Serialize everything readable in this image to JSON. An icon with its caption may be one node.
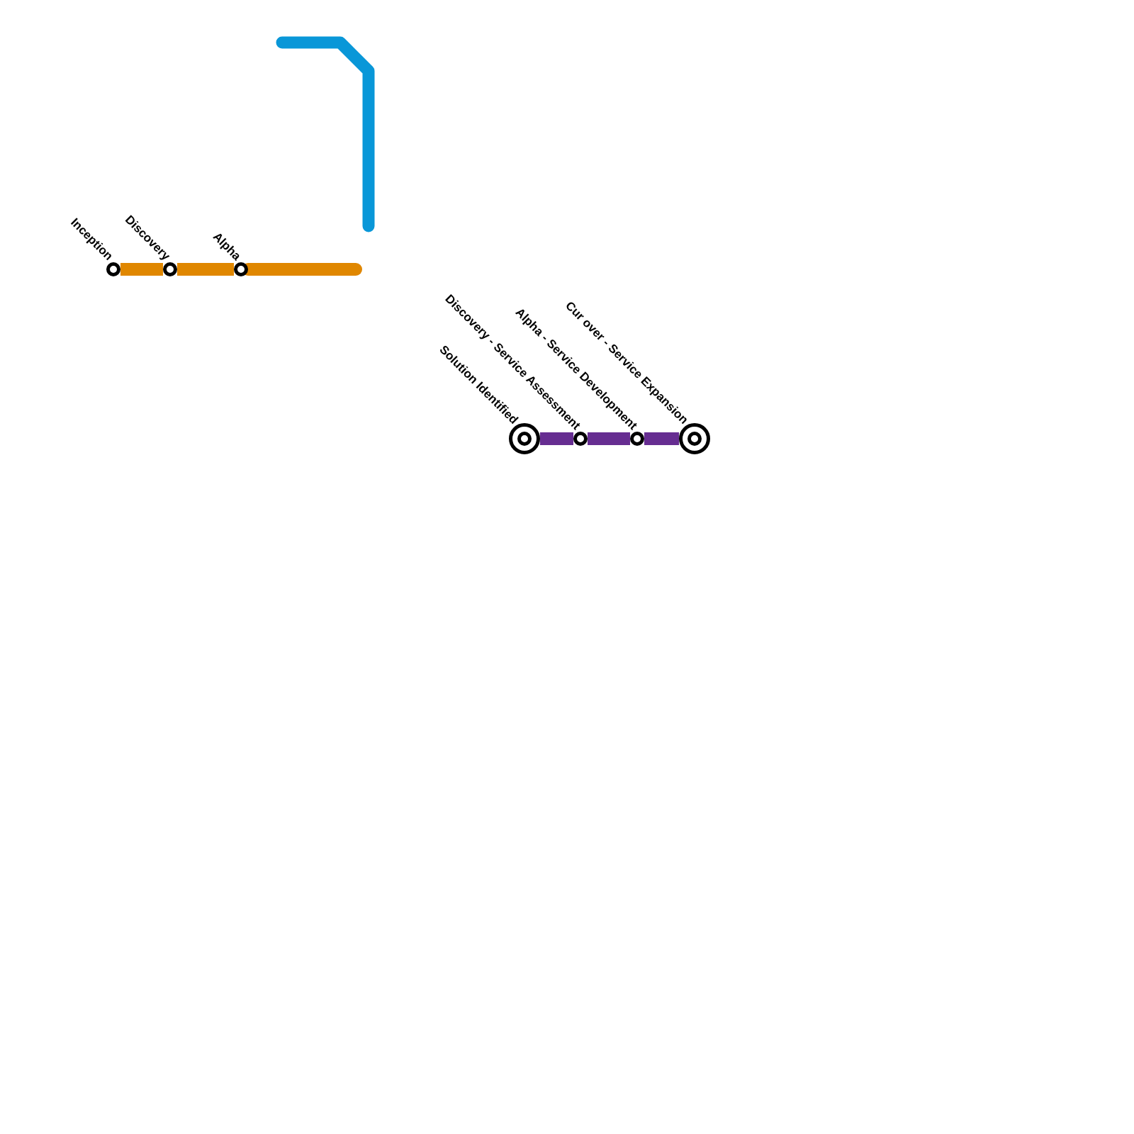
{
  "diagram": {
    "nodes": [
      {
        "text": [],
        "shape": "circle",
        "beside": [
          "Inception"
        ]
      },
      {
        "text": [],
        "shape": "circle",
        "beside": [
          "Discovery"
        ]
      },
      {
        "text": [],
        "shape": "circle",
        "beside": [
          "Alpha"
        ]
      },
      {
        "text": [],
        "shape": "bullseye",
        "beside": [
          "Solution Identified"
        ]
      },
      {
        "text": [],
        "shape": "circle",
        "beside": [
          "Discovery - Service Assessment"
        ]
      },
      {
        "text": [],
        "shape": "circle",
        "beside": [
          "Alpha - Service Development"
        ]
      },
      {
        "text": [],
        "shape": "bullseye",
        "beside": [
          "Cur over - Service Expansion"
        ]
      }
    ],
    "edges": [
      {
        "from": 0,
        "to": 1,
        "arrow": "none",
        "color": "#e08700"
      },
      {
        "from": 1,
        "to": 2,
        "arrow": "none",
        "color": "#e08700"
      },
      {
        "from": 2,
        "to": null,
        "arrow": "none",
        "color": "#e08700"
      },
      {
        "from": 3,
        "to": 4,
        "arrow": "none",
        "color": "#662d91"
      },
      {
        "from": 4,
        "to": 5,
        "arrow": "none",
        "color": "#662d91"
      },
      {
        "from": 5,
        "to": 6,
        "arrow": "none",
        "color": "#662d91"
      }
    ]
  }
}
